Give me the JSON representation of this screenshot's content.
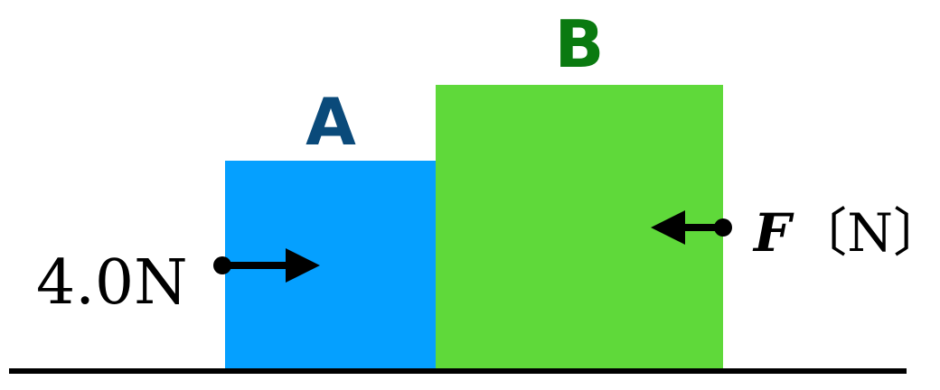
{
  "blocks": {
    "a": {
      "label": "A",
      "fill": "#05a0ff",
      "label_color": "#0a4a7a"
    },
    "b": {
      "label": "B",
      "fill": "#5fd93a",
      "label_color": "#0a7a10"
    }
  },
  "forces": {
    "left": {
      "label": "4.0N",
      "direction": "right"
    },
    "right": {
      "symbol": "F",
      "unit": "〔N〕",
      "direction": "left"
    }
  },
  "colors": {
    "ground": "#000000",
    "arrow": "#000000"
  }
}
